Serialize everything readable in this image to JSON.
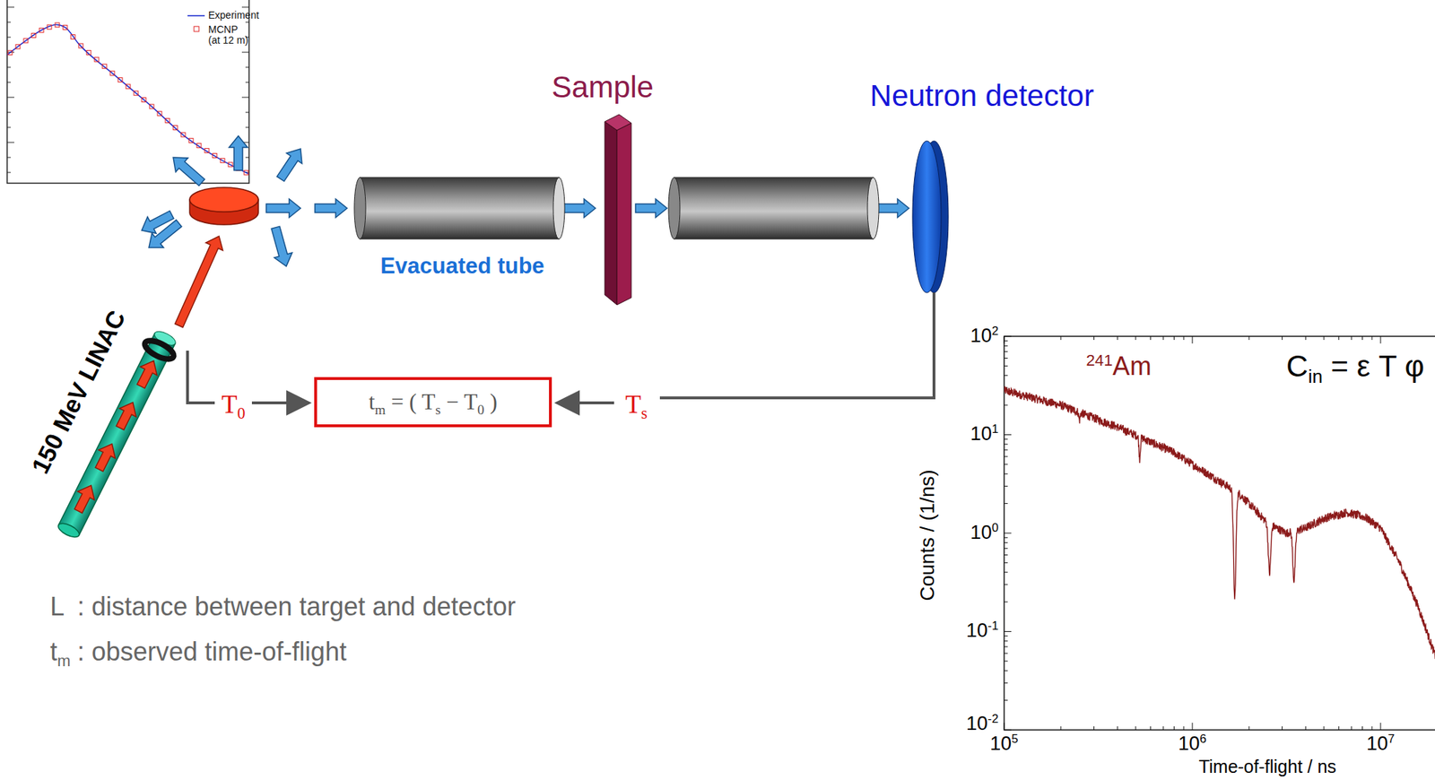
{
  "diagram": {
    "nodes": [
      {
        "text": [
          "tm = ( Ts − T0 )"
        ]
      }
    ],
    "labels": [
      "Sample",
      "Neutron detector",
      "Evacuated tube",
      "150 MeV LINAC",
      "T0",
      "Ts",
      "L",
      ": distance between target and detector",
      "tm",
      ": observed time-of-flight",
      "241Am",
      "Cin = ε T φ",
      "Counts / (1/ns)",
      "Time-of-flight / ns",
      "102",
      "101",
      "100",
      "10-1",
      "10-2",
      "105",
      "106",
      "107"
    ],
    "legend": [
      {
        "text": "Experiment"
      },
      {
        "text": "MCNP (at 12 m)"
      }
    ]
  }
}
